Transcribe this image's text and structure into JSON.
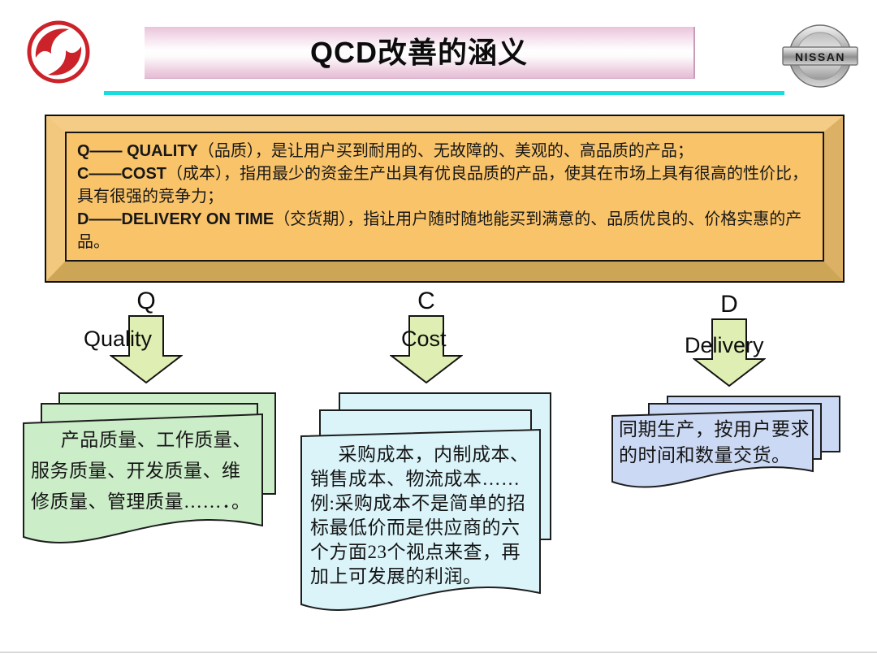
{
  "slide": {
    "title": "QCD改善的涵义",
    "logos": {
      "left_name": "dongfeng-logo",
      "right_text": "NISSAN"
    },
    "colors": {
      "accent_line": "#18dde0",
      "banner_pink": "#e9c3da",
      "box_panel": "#f9c369",
      "box_frame_bottom": "#cda556",
      "arrow_fill": "#dfeeb2",
      "quality_sheet": "#cbedc8",
      "cost_sheet": "#daf4f9",
      "delivery_sheet": "#ccd9f4",
      "dongfeng_red": "#cc2229"
    },
    "definition_box": {
      "items": [
        {
          "en": "Q—— QUALITY",
          "zh": "（品质），是让用户买到耐用的、无故障的、美观的、高品质的产品；"
        },
        {
          "en": "C——COST",
          "zh": "（成本），指用最少的资金生产出具有优良品质的产品，使其在市场上具有很高的性价比，具有很强的竞争力；"
        },
        {
          "en": "D——DELIVERY ON TIME",
          "zh": "（交货期），指让用户随时随地能买到满意的、品质优良的、价格实惠的产品。"
        }
      ]
    },
    "columns": [
      {
        "letter": "Q",
        "word": "Quality",
        "note": "产品质量、工作质量、服务质量、开发质量、维修质量、管理质量……．。",
        "sheet_color": "#cbedc8"
      },
      {
        "letter": "C",
        "word": "Cost",
        "note": "采购成本，内制成本、销售成本、物流成本……例:采购成本不是简单的招标最低价而是供应商的六个方面23个视点来查，再加上可发展的利润。",
        "sheet_color": "#daf4f9"
      },
      {
        "letter": "D",
        "word": "Delivery",
        "note": "同期生产，按用户要求的时间和数量交货。",
        "sheet_color": "#ccd9f4"
      }
    ],
    "arrow_color": "#dfeeb2"
  }
}
